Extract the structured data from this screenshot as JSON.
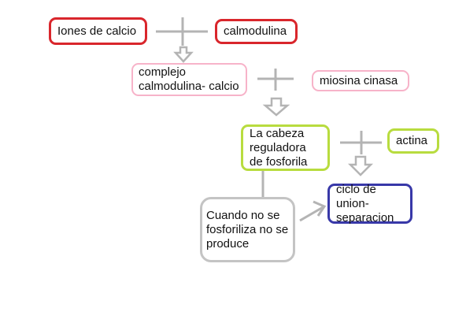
{
  "nodes": {
    "iones_calcio": {
      "label": "Iones de calcio",
      "border": "#d9262c"
    },
    "calmodulina": {
      "label": "calmodulina",
      "border": "#d9262c"
    },
    "complejo": {
      "label": "complejo calmodulina- calcio",
      "border": "#f7b3c9"
    },
    "miosina": {
      "label": "miosina cinasa",
      "border": "#f7b3c9"
    },
    "cabeza": {
      "label": "La cabeza reguladora de fosforila",
      "border": "#b8dc3f"
    },
    "actina": {
      "label": "actina",
      "border": "#b8dc3f"
    },
    "ciclo": {
      "label": "ciclo de union-separacion",
      "border": "#3838a8"
    },
    "cuando": {
      "label": "Cuando no se fosforiliza no se produce",
      "border": "#c4c4c4"
    }
  },
  "connector_color": "#b4b4b4"
}
